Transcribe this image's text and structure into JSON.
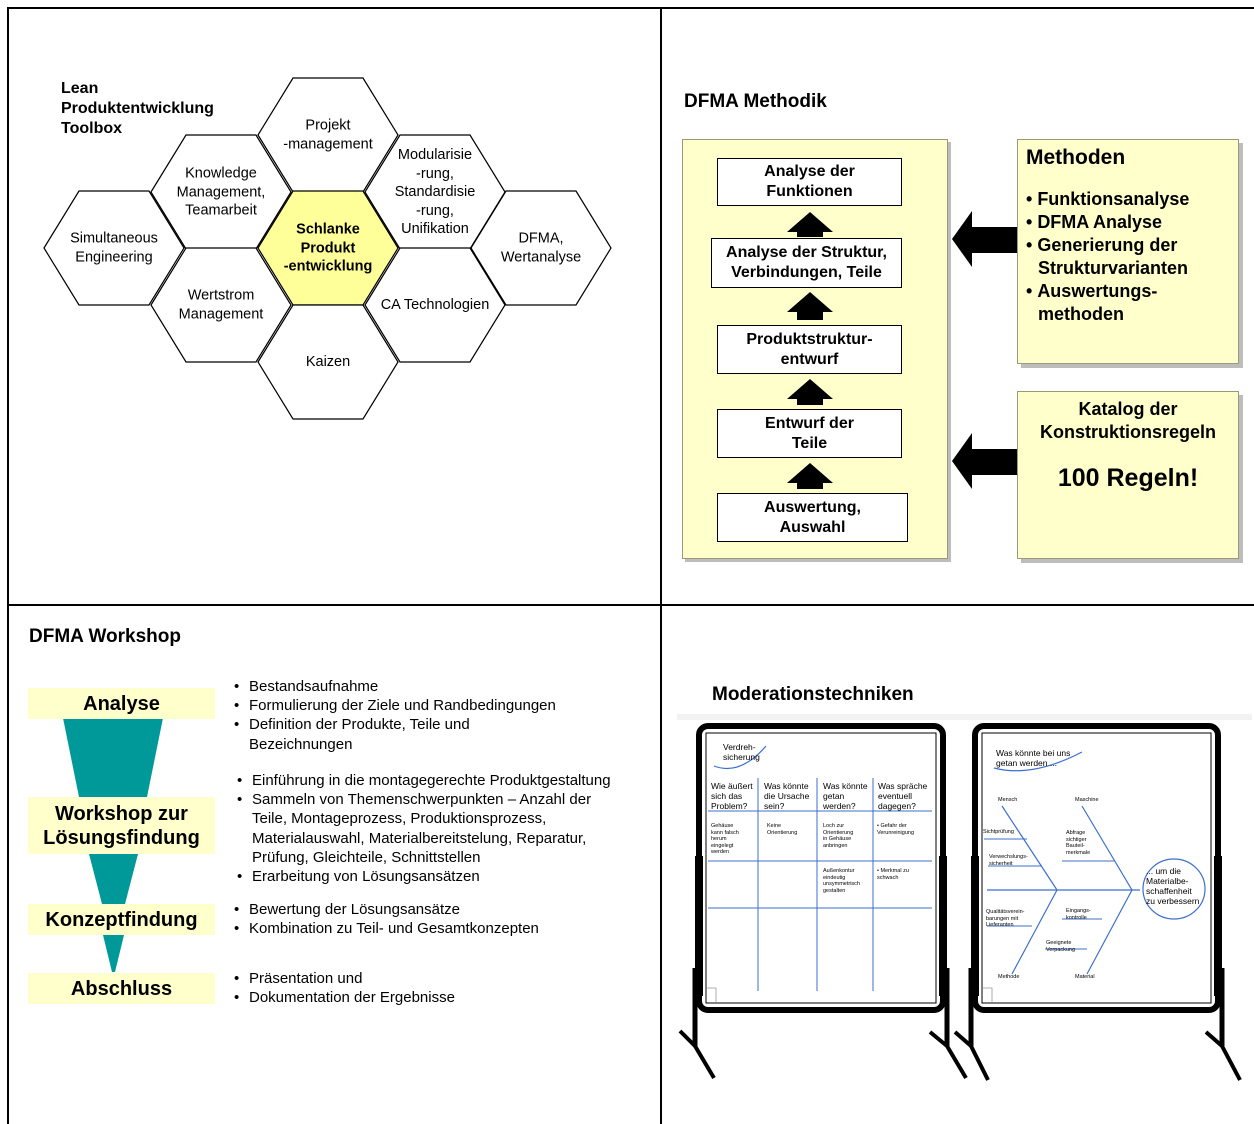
{
  "toolbox": {
    "title": "Lean\nProduktentwicklung\nToolbox",
    "hexagons": [
      {
        "label": "Projekt\n-management"
      },
      {
        "label": "Knowledge\nManagement,\nTeamarbeit"
      },
      {
        "label": "Modularisie\n-rung,\nStandardisie\n-rung,\nUnifikation"
      },
      {
        "label": "Simultaneous\nEngineering"
      },
      {
        "label": "Schlanke\nProdukt\n-entwicklung"
      },
      {
        "label": "DFMA,\nWertanalyse"
      },
      {
        "label": "Wertstrom\nManagement"
      },
      {
        "label": "CA Technologien"
      },
      {
        "label": "Kaizen"
      }
    ],
    "center_fill": "#ffff99"
  },
  "dfma": {
    "title": "DFMA Methodik",
    "steps": [
      "Analyse der\nFunktionen",
      "Analyse der Struktur,\nVerbindungen, Teile",
      "Produktstruktur-\nentwurf",
      "Entwurf der\nTeile",
      "Auswertung,\nAuswahl"
    ],
    "methods_title": "Methoden",
    "methods": [
      "Funktionsanalyse",
      "DFMA Analyse",
      "Generierung der\nStrukturvarianten",
      "Auswertungs-\nmethoden"
    ],
    "catalog_title": "Katalog der\nKonstruktionsregeln",
    "catalog_value": "100 Regeln!"
  },
  "workshop": {
    "title": "DFMA Workshop",
    "funnel_color": "#009999",
    "phases": [
      {
        "label": "Analyse",
        "bullets": [
          "Bestandsaufnahme",
          "Formulierung der Ziele und Randbedingungen",
          "Definition der Produkte, Teile und\nBezeichnungen"
        ]
      },
      {
        "label": "Workshop zur\nLösungsfindung",
        "bullets": [
          "Einführung in die montagegerechte Produktgestaltung",
          "Sammeln von Themenschwerpunkten – Anzahl der\nTeile, Montageprozess, Produktionsprozess,\nMaterialauswahl, Materialbereitstelung, Reparatur,\nPrüfung, Gleichteile, Schnittstellen",
          "Erarbeitung von Lösungsansätzen"
        ]
      },
      {
        "label": "Konzeptfindung",
        "bullets": [
          "Bewertung der Lösungsansätze",
          "Kombination zu Teil- und Gesamtkonzepten"
        ]
      },
      {
        "label": "Abschluss",
        "bullets": [
          "Präsentation und",
          "Dokumentation der Ergebnisse"
        ]
      }
    ]
  },
  "moderation": {
    "title": "Moderationstechniken",
    "board1": {
      "cloud": "Verdreh-\nsicherung",
      "headers": [
        "Wie äußert\nsich das\nProblem?",
        "Was könnte\ndie Ursache\nsein?",
        "Was könnte\ngetan\nwerden?",
        "Was spräche\neventuell\ndagegen?"
      ],
      "cells": [
        "Gehäuse\nkann falsch\nherum\neingelegt\nwerden",
        "Keine\nOrientierung",
        "Loch zur\nOrientierung\nin Gehäuse\nanbringen",
        "• Gefahr der\n  Verunreinigung",
        "Außenkontur\neindeutig\nunsymmetrisch\ngestalten",
        "• Merkmal zu\n  schwach"
      ]
    },
    "board2": {
      "cloud": "Was könnte bei uns\ngetan werden ...",
      "labels": [
        "Mensch",
        "Maschine",
        "Sichtprüfung",
        "Abfrage\nsichtiger\nBauteil-\nmerkmale",
        "Verwechslungs-\nsicherheit",
        "Qualitätsverein-\nbarungen mit\nLieferanten",
        "Eingangs-\nkontrolle",
        "Geeignete\nVerpackung",
        "Methode",
        "Material"
      ],
      "goal": "... um die\nMaterialbe-\nschaffenheit\nzu verbessern"
    }
  }
}
